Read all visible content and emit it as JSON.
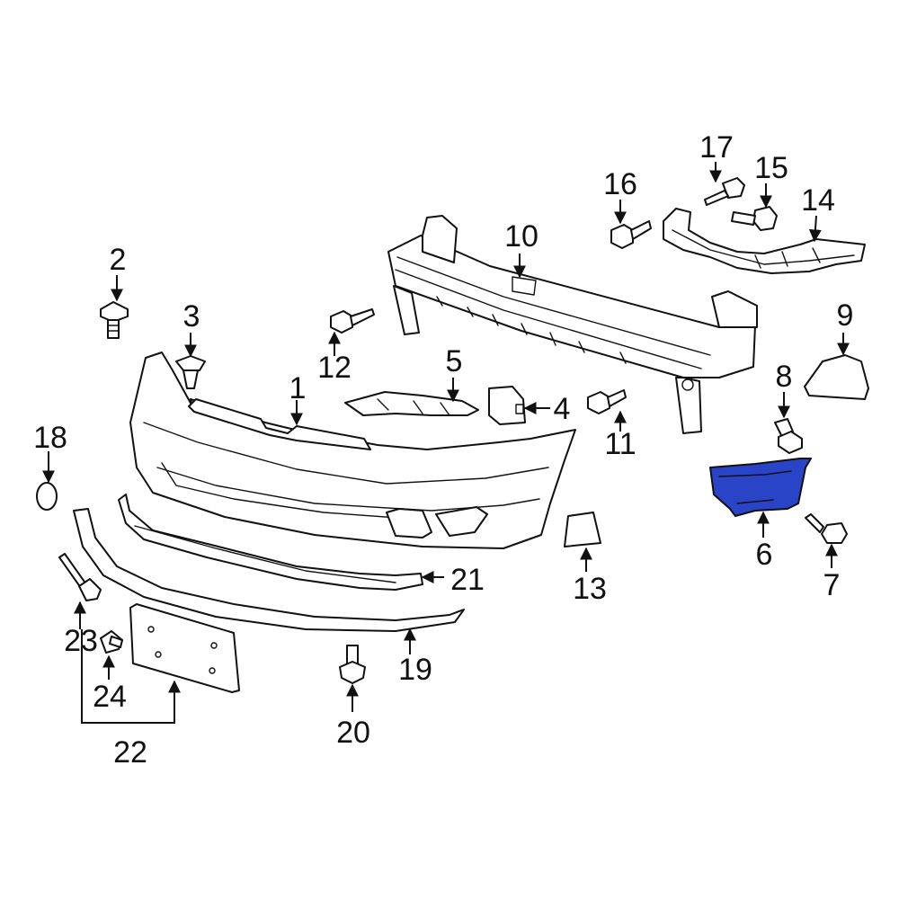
{
  "diagram": {
    "highlight_color": "#2a44c8",
    "highlighted_part": "6",
    "callouts": [
      "1",
      "2",
      "3",
      "4",
      "5",
      "6",
      "7",
      "8",
      "9",
      "10",
      "11",
      "12",
      "13",
      "14",
      "15",
      "16",
      "17",
      "18",
      "19",
      "20",
      "21",
      "22",
      "23",
      "24"
    ]
  }
}
